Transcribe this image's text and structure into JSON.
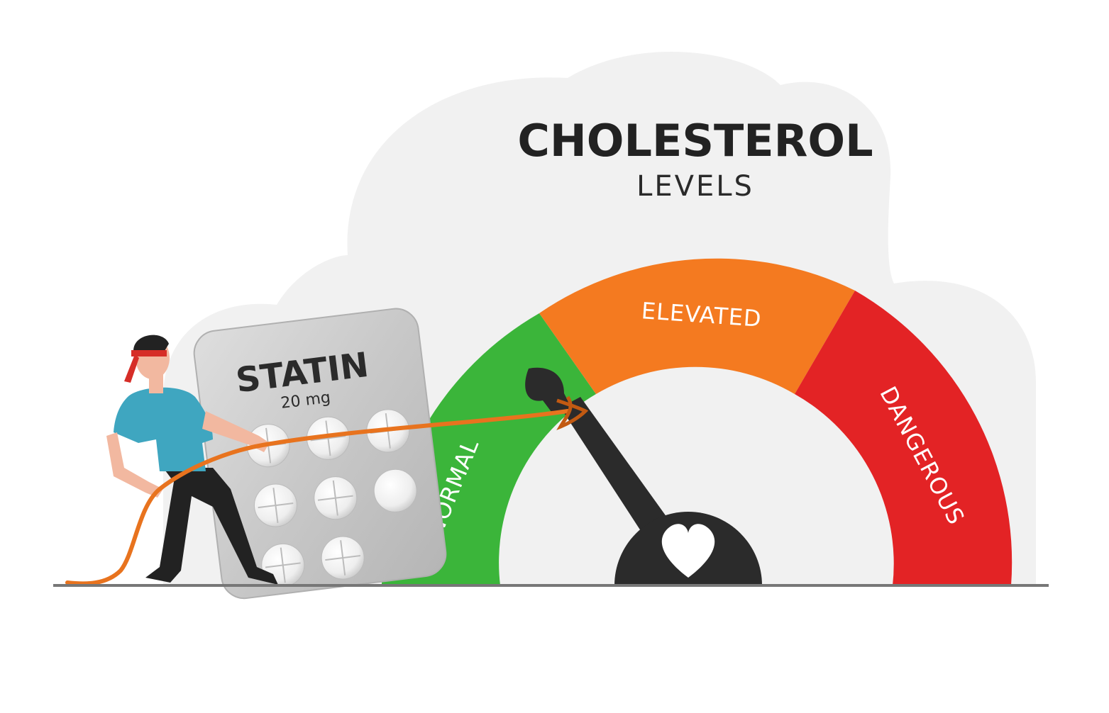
{
  "title": {
    "main": "CHOLESTEROL",
    "sub": "LEVELS"
  },
  "gauge": {
    "zones": [
      {
        "label": "NORMAL",
        "color": "#3bb53a"
      },
      {
        "label": "ELEVATED",
        "color": "#f47a20"
      },
      {
        "label": "DANGEROUS",
        "color": "#e32325"
      }
    ],
    "needle_color": "#2b2b2b",
    "hub_icon": "heart-icon"
  },
  "pill_pack": {
    "name": "STATIN",
    "dose": "20 mg"
  },
  "colors": {
    "background_blob": "#f1f1f1",
    "rope": "#e8731e",
    "shirt": "#3fa6c0",
    "headband": "#d62d27",
    "ground": "#777777"
  }
}
